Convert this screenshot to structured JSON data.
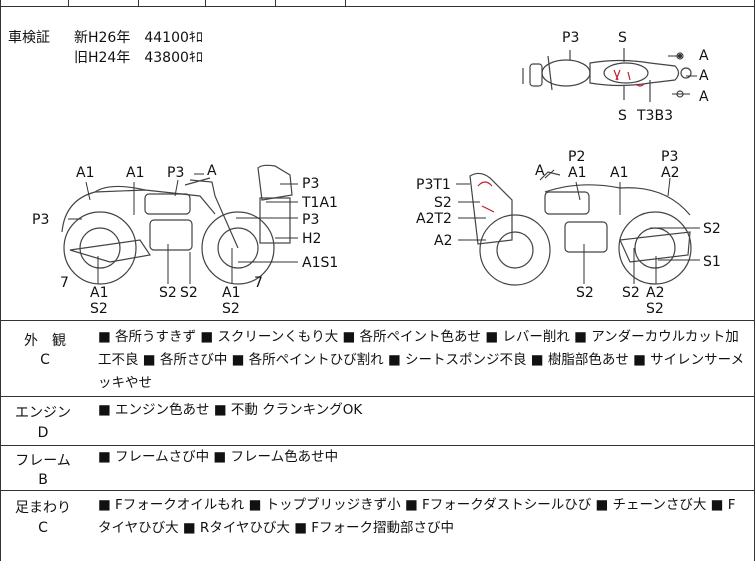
{
  "inspection": {
    "label": "車検証",
    "new_line": "新H26年　44100ｷﾛ",
    "old_line": "旧H24年　43800ｷﾛ"
  },
  "diagram_labels": {
    "top_view": [
      "P3",
      "S",
      "A",
      "A",
      "A",
      "S",
      "T3B3"
    ],
    "left_view": [
      "A1",
      "A1",
      "P3",
      "A",
      "P3",
      "P3",
      "T1A1",
      "P3",
      "H2",
      "A1S1",
      "7",
      "7",
      "A1",
      "S2",
      "S2",
      "S2",
      "A1",
      "S2"
    ],
    "right_view": [
      "P2",
      "P3",
      "A",
      "A1",
      "A1",
      "A2",
      "P3T1",
      "S2",
      "A2T2",
      "A2",
      "S2",
      "S1",
      "S2",
      "S2",
      "A2",
      "S2"
    ]
  },
  "rows": [
    {
      "title": "外　観",
      "grade": "C",
      "text": "■ 各所うすきず ■ スクリーンくもり大 ■ 各所ペイント色あせ ■ レバー削れ ■ アンダーカウルカット加工不良 ■ 各所さび中 ■ 各所ペイントひび割れ ■ シートスポンジ不良 ■ 樹脂部色あせ ■ サイレンサーメッキやせ"
    },
    {
      "title": "エンジン",
      "grade": "D",
      "text": "■ エンジン色あせ ■ 不動 クランキングOK"
    },
    {
      "title": "フレーム",
      "grade": "B",
      "text": "■ フレームさび中 ■ フレーム色あせ中"
    },
    {
      "title": "足まわり",
      "grade": "C",
      "text": "■ Fフォークオイルもれ ■ トップブリッジきず小 ■ Fフォークダストシールひび ■ チェーンさび大 ■ Fタイヤひび大 ■ Rタイヤひび大 ■ Fフォーク摺動部さび中"
    }
  ],
  "colors": {
    "line": "#333333",
    "mark_red": "#c0202a"
  }
}
